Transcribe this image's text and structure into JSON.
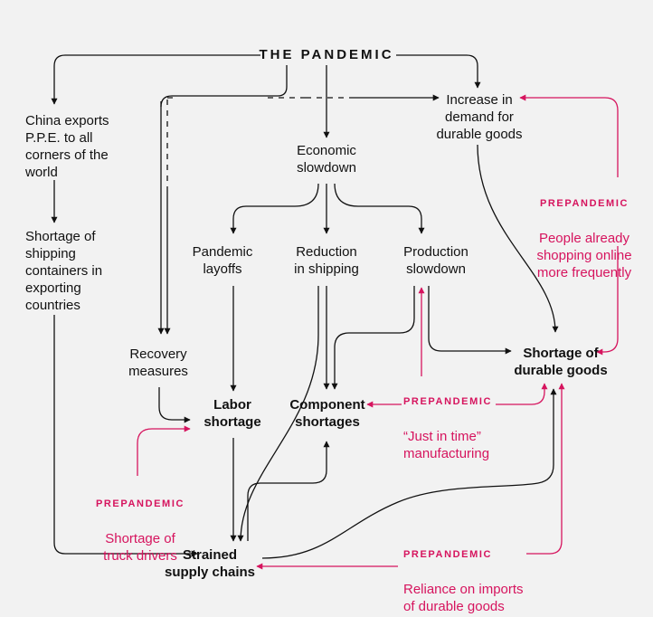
{
  "colors": {
    "background": "#f2f2f2",
    "text": "#111111",
    "accent": "#d6145e"
  },
  "title": "THE PANDEMIC",
  "nodes": {
    "china_exports": "China exports\nP.P.E. to all\ncorners of the\nworld",
    "container_shortage": "Shortage of\nshipping\ncontainers in\nexporting\ncountries",
    "recovery_measures": "Recovery\nmeasures",
    "economic_slowdown": "Economic\nslowdown",
    "increase_demand": "Increase in\ndemand for\ndurable goods",
    "pandemic_layoffs": "Pandemic\nlayoffs",
    "reduction_shipping": "Reduction\nin shipping",
    "production_slowdown": "Production\nslowdown",
    "durable_shortage": "Shortage of\ndurable goods",
    "labor_shortage": "Labor\nshortage",
    "component_shortages": "Component\nshortages",
    "strained_supply": "Strained\nsupply chains"
  },
  "prepandemic": {
    "tag": "PREPANDEMIC",
    "online_shopping": "People already\nshopping online\nmore frequently",
    "just_in_time": "“Just in time”\nmanufacturing",
    "truck_drivers": "Shortage of\ntruck drivers",
    "imports": "Reliance on imports\nof durable goods"
  }
}
